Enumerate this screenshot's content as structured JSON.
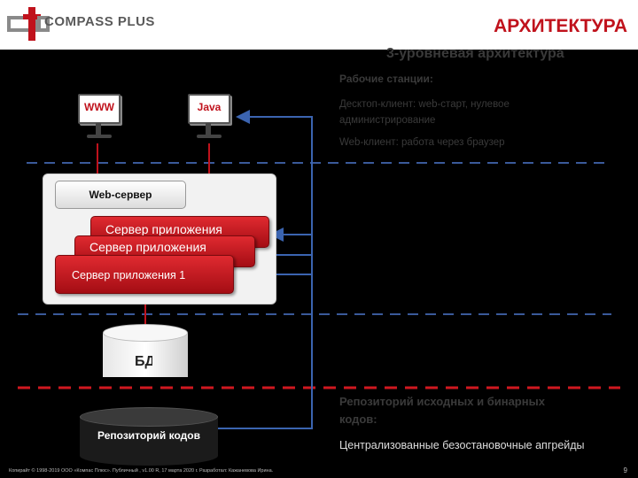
{
  "header": {
    "logo_text": "COMPASS PLUS",
    "title": "АРХИТЕКТУРА",
    "subtitle": "3-уровневая архитектура"
  },
  "right_panel": {
    "workstations_heading": "Рабочие станции:",
    "desktop_line1": "Десктоп-клиент: web-старт, нулевое",
    "desktop_line2": "администрирование",
    "web_client": "Web-клиент: работа через браузер",
    "repo_heading_line1": "Репозиторий исходных и бинарных",
    "repo_heading_line2": "кодов:",
    "repo_desc": "Централизованные безостановочные апгрейды"
  },
  "diagram": {
    "monitor_www": "WWW",
    "monitor_java": "Java",
    "web_server": "Web-сервер",
    "app_server_back": "Сервер приложения",
    "app_server_mid": "Сервер приложения",
    "app_server_front": "Сервер приложения 1",
    "db_label": "БД",
    "repo_label": "Репозиторий кодов"
  },
  "footer": {
    "copyright": "Копирайт © 1998-2019 ООО «Компас Плюс». Публичный , v1.00 R, 17 марта 2020 г. Разработал: Кажаневова Ирина.",
    "page_number": "9"
  },
  "colors": {
    "brand_red": "#c0121c",
    "divider_blue": "#3a5a9a",
    "arrow_blue": "#3b64b0",
    "background": "#000000"
  }
}
